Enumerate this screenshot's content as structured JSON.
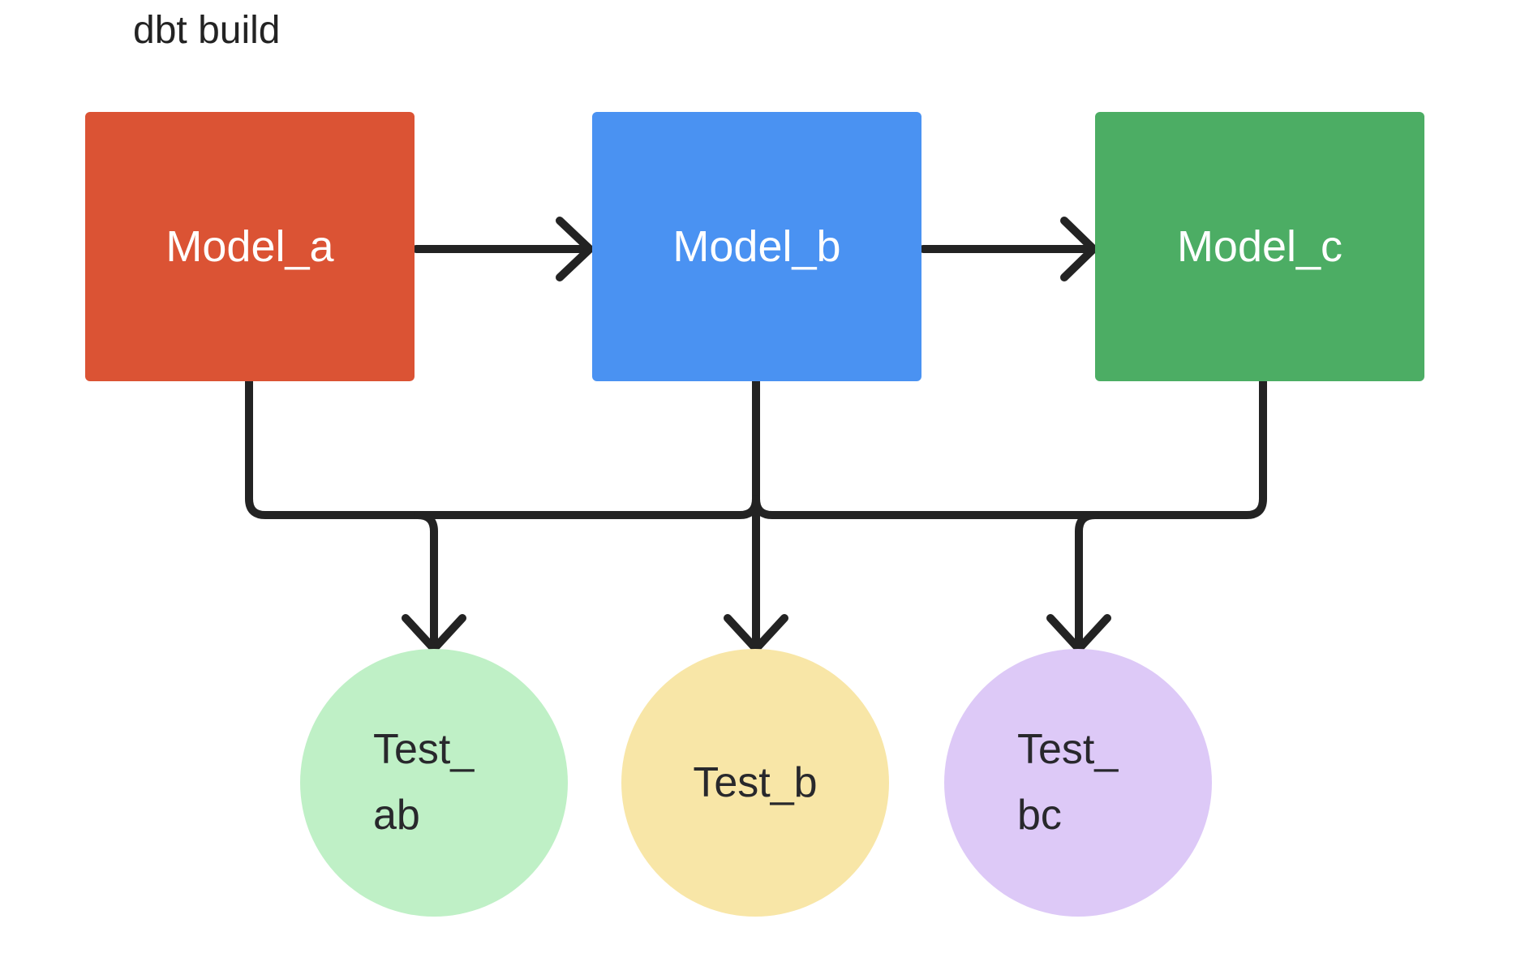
{
  "title": "dbt build",
  "colors": {
    "model_a": "#DB5334",
    "model_b": "#4A92F2",
    "model_c": "#4CAD64",
    "test_ab": "#BFF0C6",
    "test_b": "#F8E6A7",
    "test_bc": "#DDC9F7",
    "edge": "#232323",
    "box_text": "#FFFFFF",
    "circle_text": "#28282C",
    "title_text": "#232323",
    "background": "#FFFFFF"
  },
  "diagram": {
    "type": "flowchart",
    "direction": "top-down",
    "models": [
      {
        "id": "model_a",
        "label": "Model_a",
        "shape": "rectangle",
        "color": "#DB5334"
      },
      {
        "id": "model_b",
        "label": "Model_b",
        "shape": "rectangle",
        "color": "#4A92F2"
      },
      {
        "id": "model_c",
        "label": "Model_c",
        "shape": "rectangle",
        "color": "#4CAD64"
      }
    ],
    "tests": [
      {
        "id": "test_ab",
        "label": "Test_ab",
        "line1": "Test",
        "line2": "_ab",
        "shape": "circle",
        "color": "#BFF0C6"
      },
      {
        "id": "test_b",
        "label": "Test_b",
        "line1": "Test_b",
        "line2": "",
        "shape": "circle",
        "color": "#F8E6A7"
      },
      {
        "id": "test_bc",
        "label": "Test_bc",
        "line1": "Test",
        "line2": "_bc",
        "shape": "circle",
        "color": "#DDC9F7"
      }
    ],
    "edges": [
      {
        "from": "model_a",
        "to": "model_b",
        "style": "straight-arrow"
      },
      {
        "from": "model_b",
        "to": "model_c",
        "style": "straight-arrow"
      },
      {
        "from": "model_a",
        "to": "test_ab",
        "style": "elbow-arrow"
      },
      {
        "from": "model_b",
        "to": "test_ab",
        "style": "elbow-arrow"
      },
      {
        "from": "model_b",
        "to": "test_b",
        "style": "straight-arrow"
      },
      {
        "from": "model_b",
        "to": "test_bc",
        "style": "elbow-arrow"
      },
      {
        "from": "model_c",
        "to": "test_bc",
        "style": "elbow-arrow"
      }
    ]
  }
}
